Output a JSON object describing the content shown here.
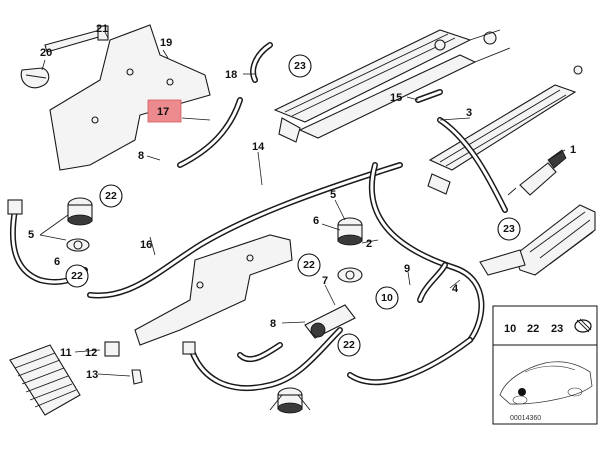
{
  "diagram": {
    "ref_number": "00014360",
    "highlighted_label": "17",
    "labels": [
      "21",
      "20",
      "19",
      "18",
      "23",
      "15",
      "3",
      "1",
      "17",
      "8",
      "14",
      "22",
      "5",
      "6",
      "16",
      "2",
      "22",
      "9",
      "7",
      "10",
      "4",
      "23",
      "11",
      "12",
      "13",
      "8",
      "22"
    ],
    "circled_labels": [
      "23",
      "22",
      "22",
      "22",
      "10",
      "22",
      "23"
    ],
    "inset_labels": [
      "10",
      "22",
      "23"
    ]
  }
}
